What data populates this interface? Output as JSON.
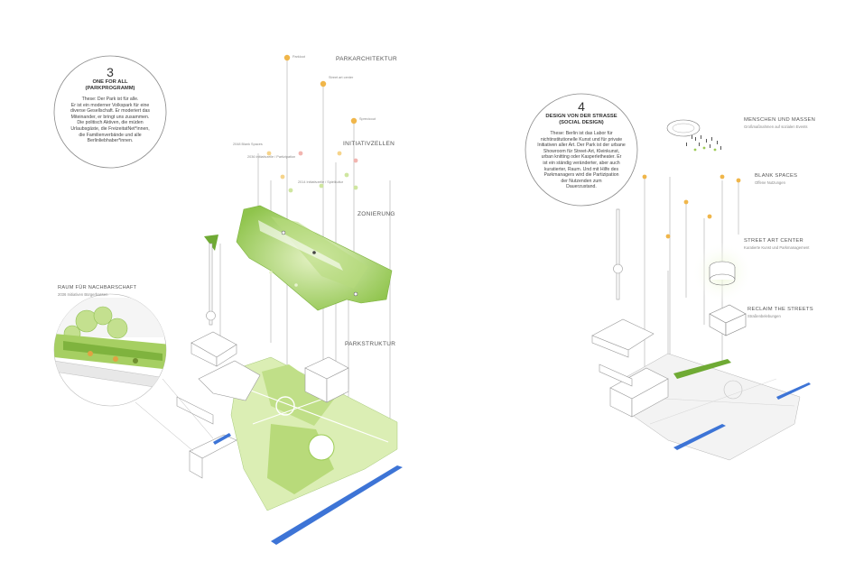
{
  "panel3": {
    "number": "3",
    "title_line1": "ONE FOR ALL",
    "title_line2": "(PARKPROGRAMM)",
    "body_lines": [
      "These: Der Park ist für alle.",
      "Er ist ein moderner Volkspark für eine",
      "diverse Gesellschaft. Er moderiert das",
      "Miteinander, er bringt uns zusammen.",
      "Die politisch Aktiven, die müden",
      "Urlaubsgäste, die FreizeitatNet*innen,",
      "die Familienverbände und alle",
      "Berlinliebhaber*innen."
    ],
    "layers": {
      "parkarchitektur": "PARKARCHITEKTUR",
      "initiativzellen": "INITIATIVZELLEN",
      "zonierung": "ZONIERUNG",
      "parkstruktur": "PARKSTRUKTUR"
    },
    "callout_title": "RAUM FÜR NACHBARSCHAFT",
    "callout_sub": "2036 Initiativen Bürgerbassen",
    "pins": [
      "Parkloot",
      "Street art center",
      "Sprecicout",
      "2048 Blank Spaces",
      "2036 Initiativzelle / Partizipation",
      "2014 Initiativzelle / Spielkultur"
    ]
  },
  "panel4": {
    "number": "4",
    "title_line1": "DESIGN VON DER STRASSE",
    "title_line2": "(SOCIAL DESIGN)",
    "body_lines": [
      "These: Berlin ist das Labor für",
      "nichtinstitutionelle Kunst und für private",
      "Initiativen aller Art. Der Park ist der urbane",
      "Showroom für Street-Art, Kleinkunst,",
      "urban knitting oder Kasperletheater. Er",
      "ist ein ständig veränderter, aber auch",
      "kuratierter, Raum. Und mit Hilfe des",
      "Parkmanagers wird die Partizipation",
      "der Nutzenden zum",
      "Dauerzustand."
    ],
    "labels": {
      "menschen": "MENSCHEN UND MASSEN",
      "menschen_sub": "Großmaßnahmen auf sozialen Events",
      "blank": "BLANK SPACES",
      "blank_sub": "Offene Nutzungen",
      "streetart": "STREET ART CENTER",
      "streetart_sub": "Kuratierte Kunst und Parkmanagement",
      "reclaim": "RECLAIM THE STREETS",
      "reclaim_sub": "Straßenbelebungen"
    }
  },
  "colors": {
    "green_light": "#cfe6a0",
    "green_mid": "#9ccc55",
    "green_dark": "#6faa34",
    "orange": "#f0b64a",
    "pink": "#f2b5b0",
    "water": "#3d74d6",
    "line": "#9a9a9a"
  }
}
